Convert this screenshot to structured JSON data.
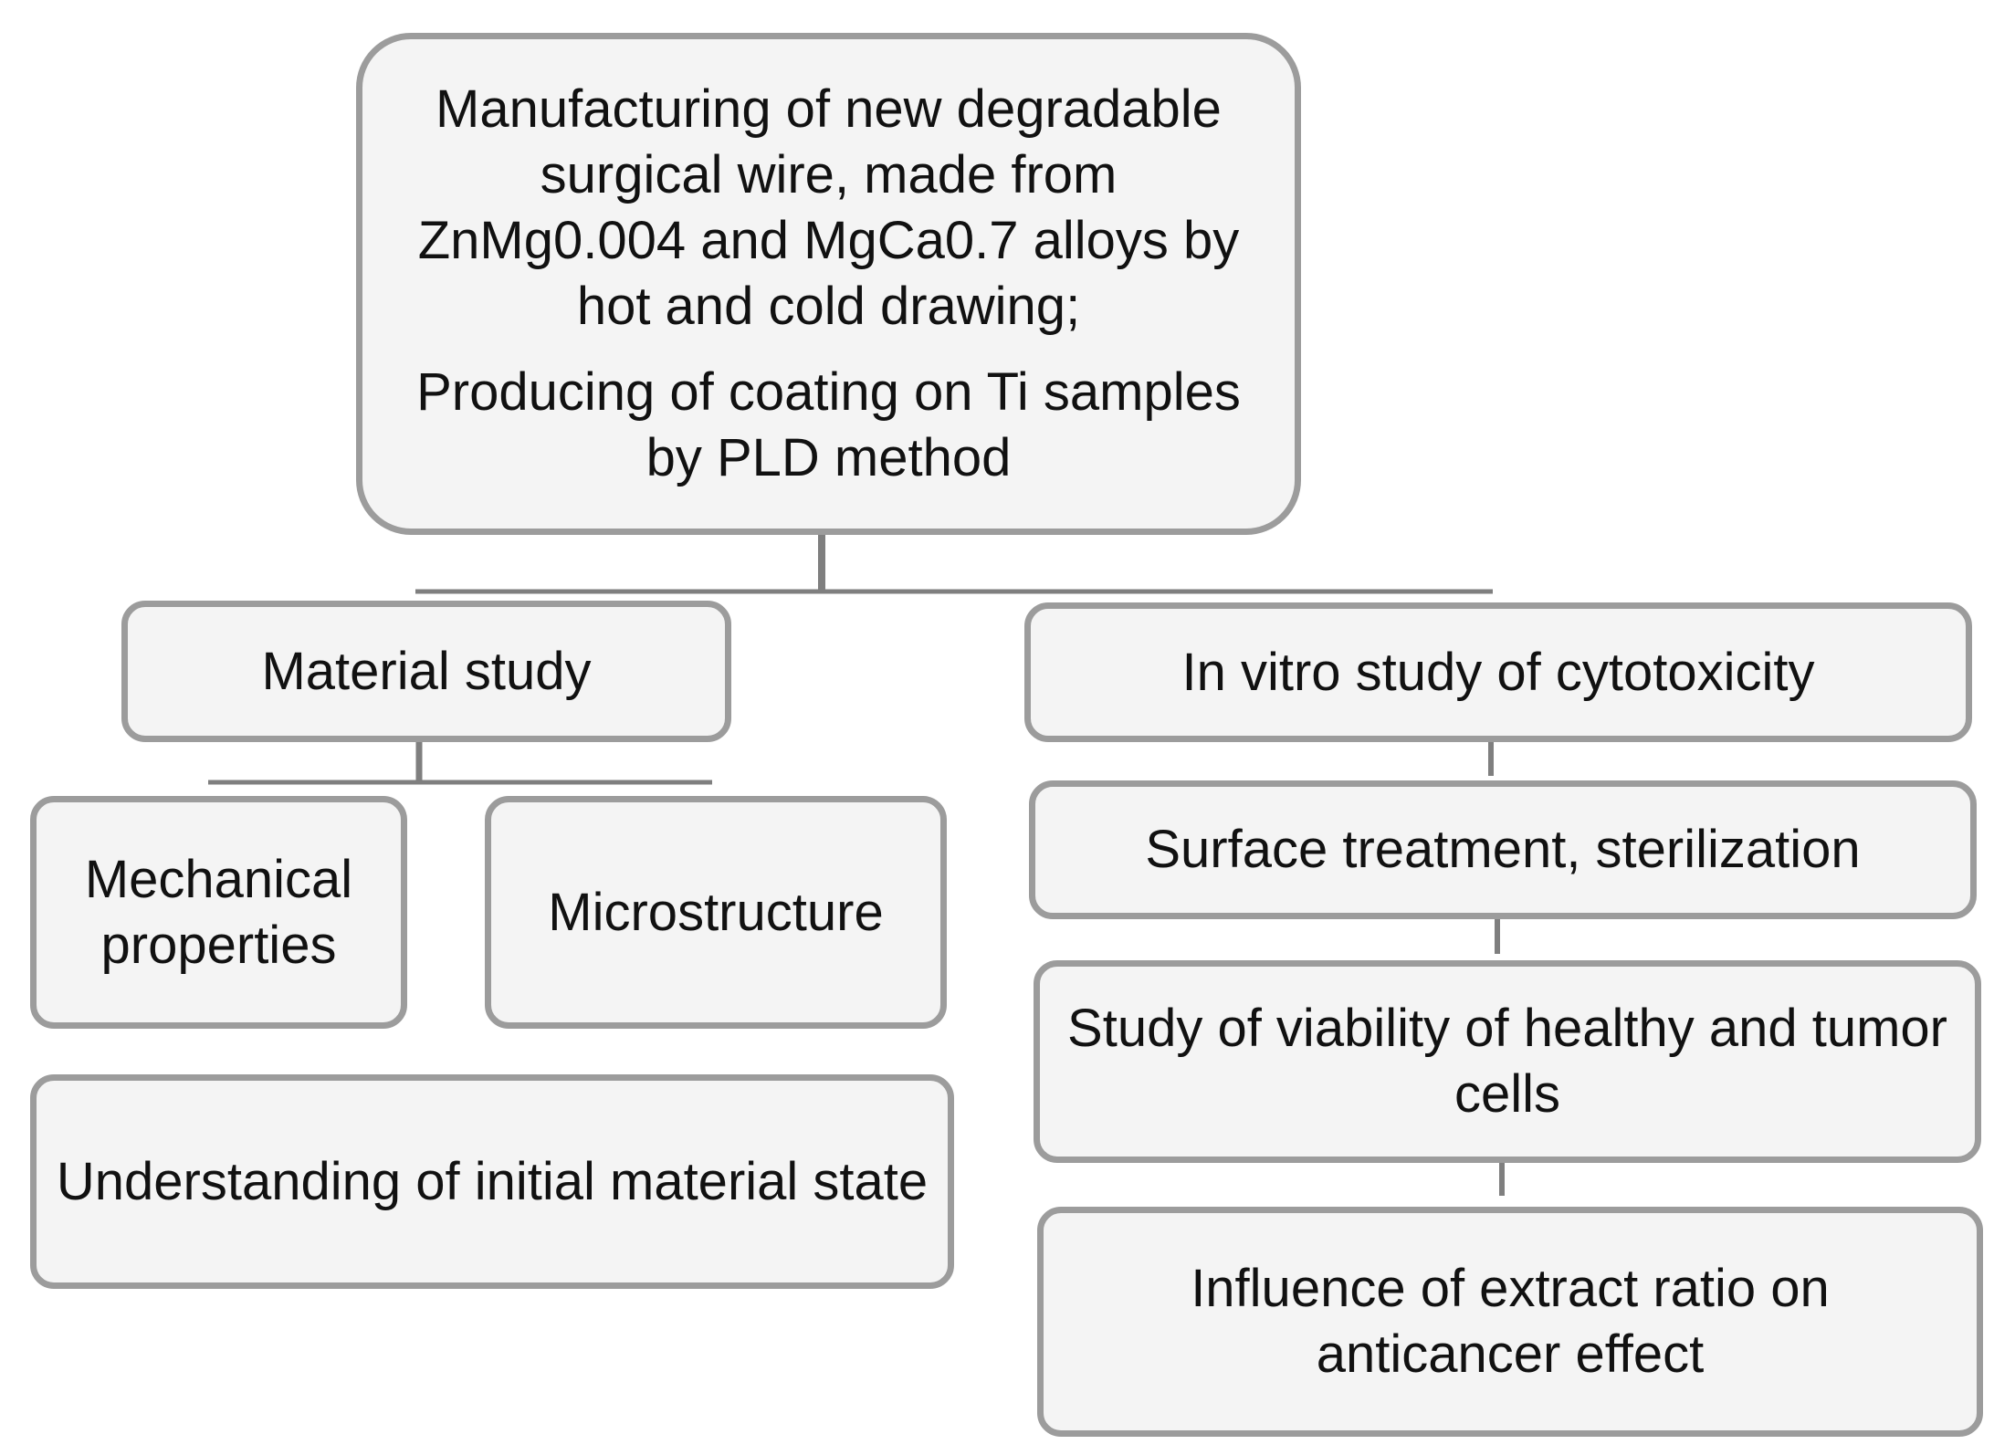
{
  "top_box": {
    "paragraph1": "Manufacturing of new degradable surgical wire, made from ZnMg0.004 and MgCa0.7 alloys by hot and cold drawing;",
    "paragraph2": "Producing of coating on Ti samples by PLD method"
  },
  "left_branch": {
    "title": "Material study",
    "mechanical": "Mechanical properties",
    "microstructure": "Microstructure",
    "understanding": "Understanding of initial material state"
  },
  "right_branch": {
    "title": "In vitro study of cytotoxicity",
    "surface": "Surface treatment, sterilization",
    "viability": "Study of viability of healthy and tumor cells",
    "influence": "Influence of extract ratio on anticancer effect"
  },
  "colors": {
    "box_fill": "#f4f4f4",
    "box_border": "#9c9c9c",
    "connector": "#7f7f7f",
    "text": "#111111"
  }
}
